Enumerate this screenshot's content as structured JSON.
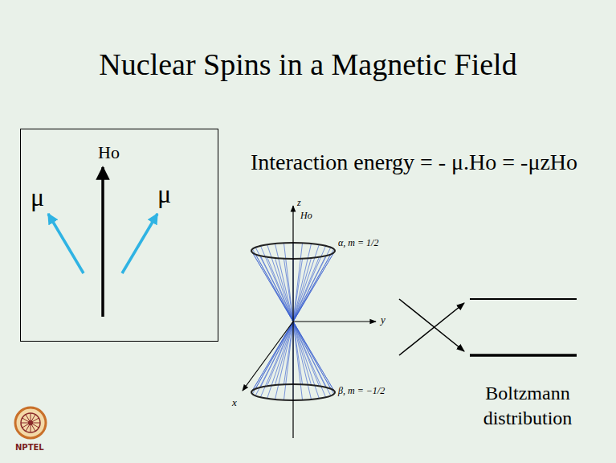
{
  "diagram": {
    "title": "Nuclear Spins in a Magnetic Field",
    "nodes": [
      {
        "text": [
          "μ",
          "Ho",
          "μ"
        ]
      }
    ],
    "labels": [
      "Interaction energy = - μ.Ho = -μzHo",
      "z",
      "Ho",
      "y",
      "x",
      "α, m = 1/2",
      "β, m = −1/2",
      "Boltzmann distribution",
      "NPTEL"
    ]
  }
}
